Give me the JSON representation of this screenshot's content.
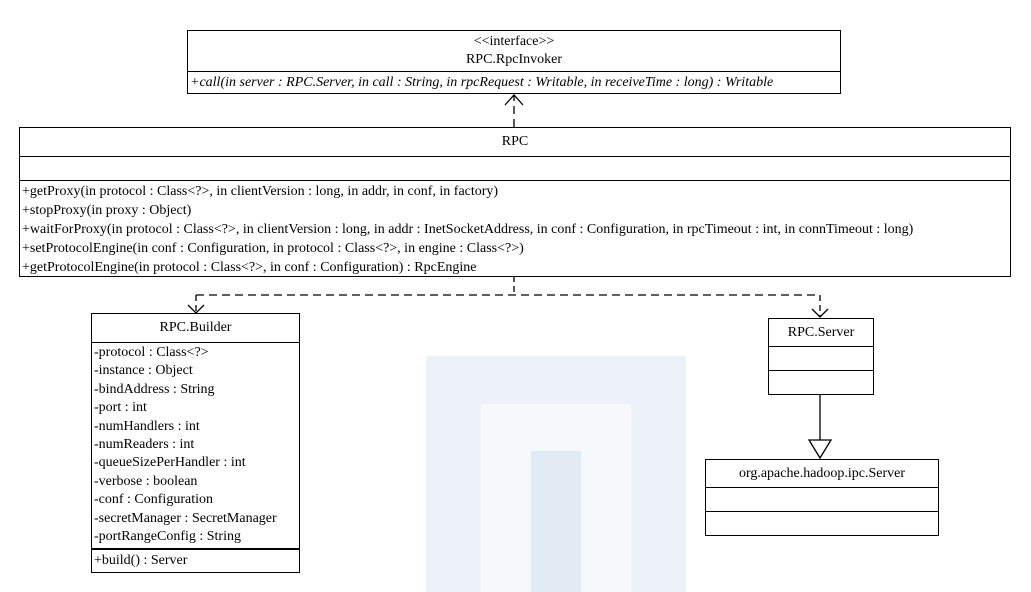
{
  "colors": {
    "line": "#000000",
    "watermark": "#c9d9ec"
  },
  "invoker": {
    "stereotype": "<<interface>>",
    "name": "RPC.RpcInvoker",
    "operations": [
      "+call(in server : RPC.Server, in call : String, in rpcRequest : Writable, in receiveTime : long) : Writable"
    ]
  },
  "rpc": {
    "name": "RPC",
    "operations": [
      "+getProxy(in protocol : Class<?>, in clientVersion : long, in addr, in conf, in factory)",
      "+stopProxy(in proxy : Object)",
      "+waitForProxy(in protocol : Class<?>, in clientVersion : long, in addr : InetSocketAddress, in conf : Configuration, in rpcTimeout : int, in connTimeout : long)",
      "+setProtocolEngine(in conf : Configuration, in protocol : Class<?>, in engine : Class<?>)",
      "+getProtocolEngine(in protocol : Class<?>, in conf : Configuration) : RpcEngine"
    ]
  },
  "builder": {
    "name": "RPC.Builder",
    "attributes": [
      "-protocol : Class<?>",
      "-instance : Object",
      "-bindAddress : String",
      "-port : int",
      "-numHandlers : int",
      "-numReaders : int",
      "-queueSizePerHandler : int",
      "-verbose : boolean",
      "-conf : Configuration",
      "-secretManager : SecretManager",
      "-portRangeConfig : String"
    ],
    "operations": [
      "+build() : Server"
    ]
  },
  "rpc_server": {
    "name": "RPC.Server"
  },
  "ipc_server": {
    "name": "org.apache.hadoop.ipc.Server"
  }
}
